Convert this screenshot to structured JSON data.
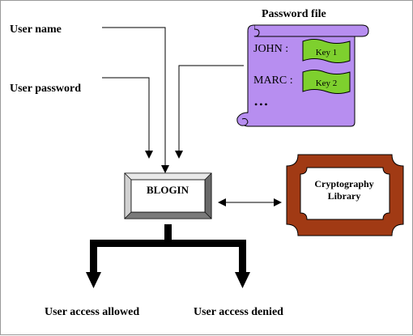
{
  "inputs": {
    "user_name": "User name",
    "user_password": "User password"
  },
  "password_file": {
    "title": "Password file",
    "entries": [
      {
        "user": "JOHN :",
        "key": "Key 1"
      },
      {
        "user": "MARC :",
        "key": "Key 2"
      }
    ],
    "ellipsis": "•••"
  },
  "blogin": {
    "label": "BLOGIN"
  },
  "crypto_library": {
    "line1": "Cryptography",
    "line2": "Library"
  },
  "outcomes": {
    "allowed": "User access allowed",
    "denied": "User access denied"
  },
  "colors": {
    "scroll_fill": "#b78ef0",
    "key_fill": "#7ed02e",
    "frame_fill": "#a13a14",
    "blogin_bevel": "#a9a9a9"
  }
}
